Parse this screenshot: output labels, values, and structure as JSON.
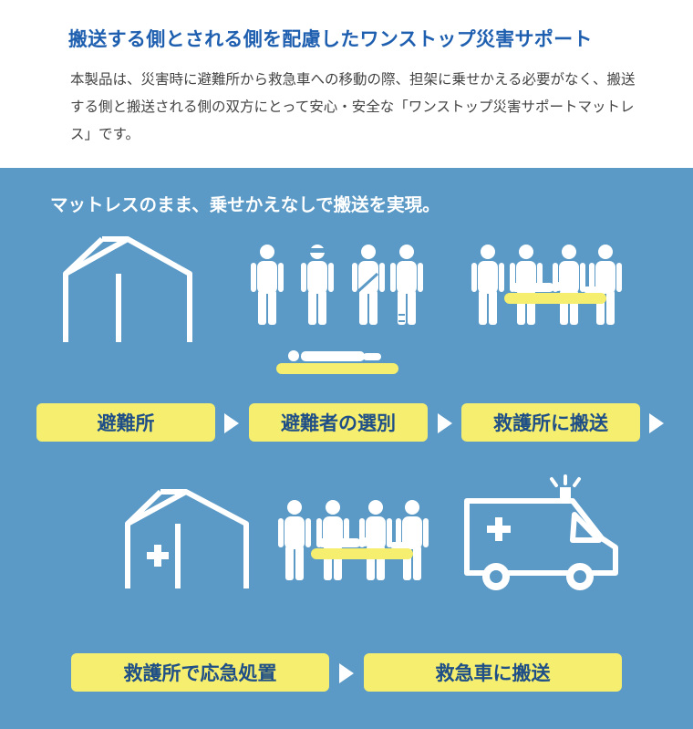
{
  "header": {
    "title": "搬送する側とされる側を配慮したワンストップ災害サポート",
    "description": "本製品は、災害時に避難所から救急車への移動の際、担架に乗せかえる必要がなく、搬送する側と搬送される側の双方にとって安心・安全な「ワンストップ災害サポートマットレス」です。"
  },
  "panel": {
    "title": "マットレスのまま、乗せかえなしで搬送を実現。",
    "steps": [
      {
        "label": "避難所",
        "icon": "shelter-house-icon"
      },
      {
        "label": "避難者の選別",
        "icon": "triage-people-icon"
      },
      {
        "label": "救護所に搬送",
        "icon": "carry-mattress-icon"
      },
      {
        "label": "救護所で応急処置",
        "icon": "first-aid-station-icon"
      },
      {
        "label": "救急車に搬送",
        "icon": "ambulance-icon"
      }
    ]
  },
  "colors": {
    "title_blue": "#1f5fb0",
    "panel_blue": "#5b9ac6",
    "step_yellow": "#f5ee6e",
    "step_text": "#1f4f86",
    "icon_white": "#ffffff"
  }
}
